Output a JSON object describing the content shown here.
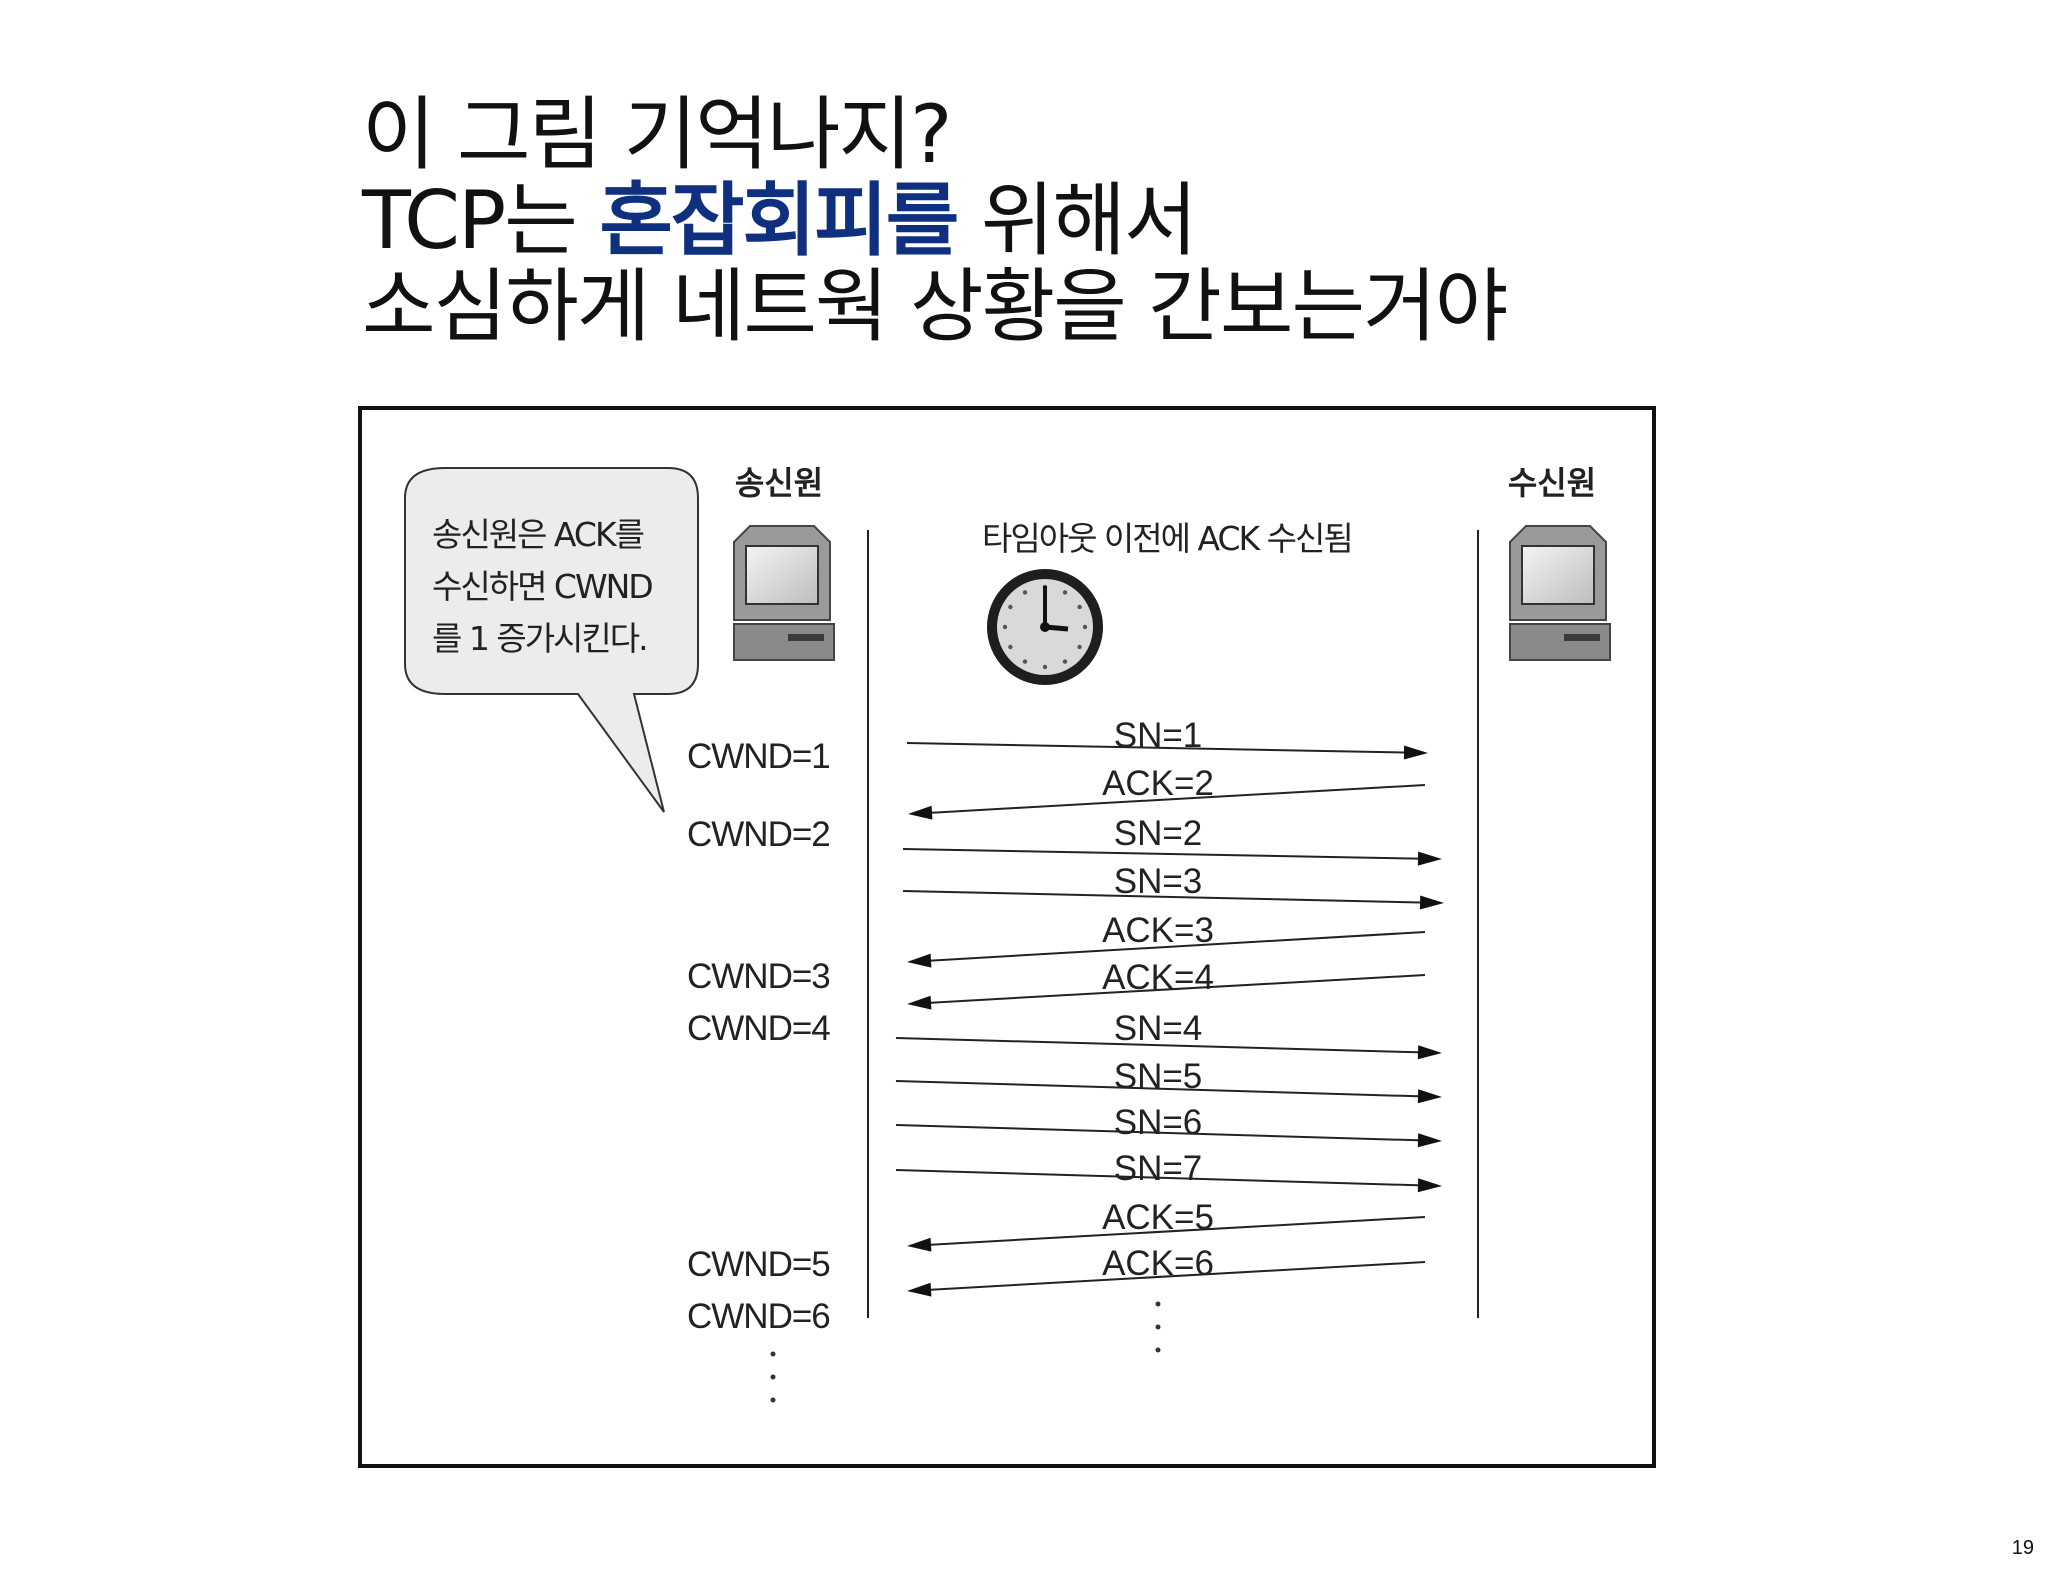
{
  "slide": {
    "title_line1": "이 그림 기억나지?",
    "title_line2_prefix": "TCP는 ",
    "title_line2_emphasis": "혼잡회피를",
    "title_line2_suffix": " 위해서",
    "title_line3": "소심하게 네트웍 상황을 간보는거야",
    "emphasis_color": "#0f2f7f",
    "page_number": "19"
  },
  "diagram": {
    "sender_label": "송신원",
    "receiver_label": "수신원",
    "timeout_text": "타임아웃 이전에 ACK 수신됨",
    "callout_lines": [
      "송신원은 ACK를",
      "수신하면 CWND",
      "를 1 증가시킨다."
    ],
    "icons": [
      "computer-icon",
      "clock-icon",
      "computer-icon"
    ],
    "cwnd_labels": [
      "CWND=1",
      "CWND=2",
      "CWND=3",
      "CWND=4",
      "CWND=5",
      "CWND=6"
    ],
    "messages": [
      {
        "label": "SN=1",
        "direction": "to-receiver"
      },
      {
        "label": "ACK=2",
        "direction": "to-sender"
      },
      {
        "label": "SN=2",
        "direction": "to-receiver"
      },
      {
        "label": "SN=3",
        "direction": "to-receiver"
      },
      {
        "label": "ACK=3",
        "direction": "to-sender"
      },
      {
        "label": "ACK=4",
        "direction": "to-sender"
      },
      {
        "label": "SN=4",
        "direction": "to-receiver"
      },
      {
        "label": "SN=5",
        "direction": "to-receiver"
      },
      {
        "label": "SN=6",
        "direction": "to-receiver"
      },
      {
        "label": "SN=7",
        "direction": "to-receiver"
      },
      {
        "label": "ACK=5",
        "direction": "to-sender"
      },
      {
        "label": "ACK=6",
        "direction": "to-sender"
      }
    ]
  }
}
